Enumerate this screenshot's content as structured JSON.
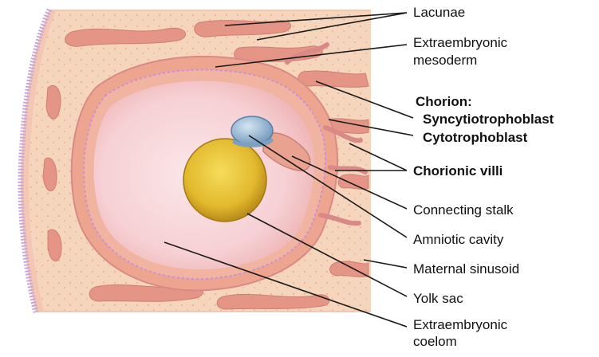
{
  "labels": {
    "lacunae": "Lacunae",
    "extraembryonic_mesoderm_1": "Extraembryonic",
    "extraembryonic_mesoderm_2": "mesoderm",
    "chorion_heading": "Chorion:",
    "syncytiotrophoblast": "Syncytiotrophoblast",
    "cytotrophoblast": "Cytotrophoblast",
    "chorionic_villi": "Chorionic villi",
    "connecting_stalk": "Connecting stalk",
    "amniotic_cavity": "Amniotic cavity",
    "maternal_sinusoid": "Maternal sinusoid",
    "yolk_sac": "Yolk sac",
    "extraembryonic_coelom_1": "Extraembryonic",
    "extraembryonic_coelom_2": "coelom"
  },
  "colors": {
    "endometrium": "#f3c7b4",
    "stroma": "#f7dcc6",
    "lacuna": "#e59586",
    "chorion_wall": "#eea58f",
    "cavity": "#f6d0d4",
    "yolk_sac": "#e2b92e",
    "amnion": "#8fb4d2",
    "epithelium": "#c9a6d8",
    "leader_line": "#1a1a1a"
  }
}
